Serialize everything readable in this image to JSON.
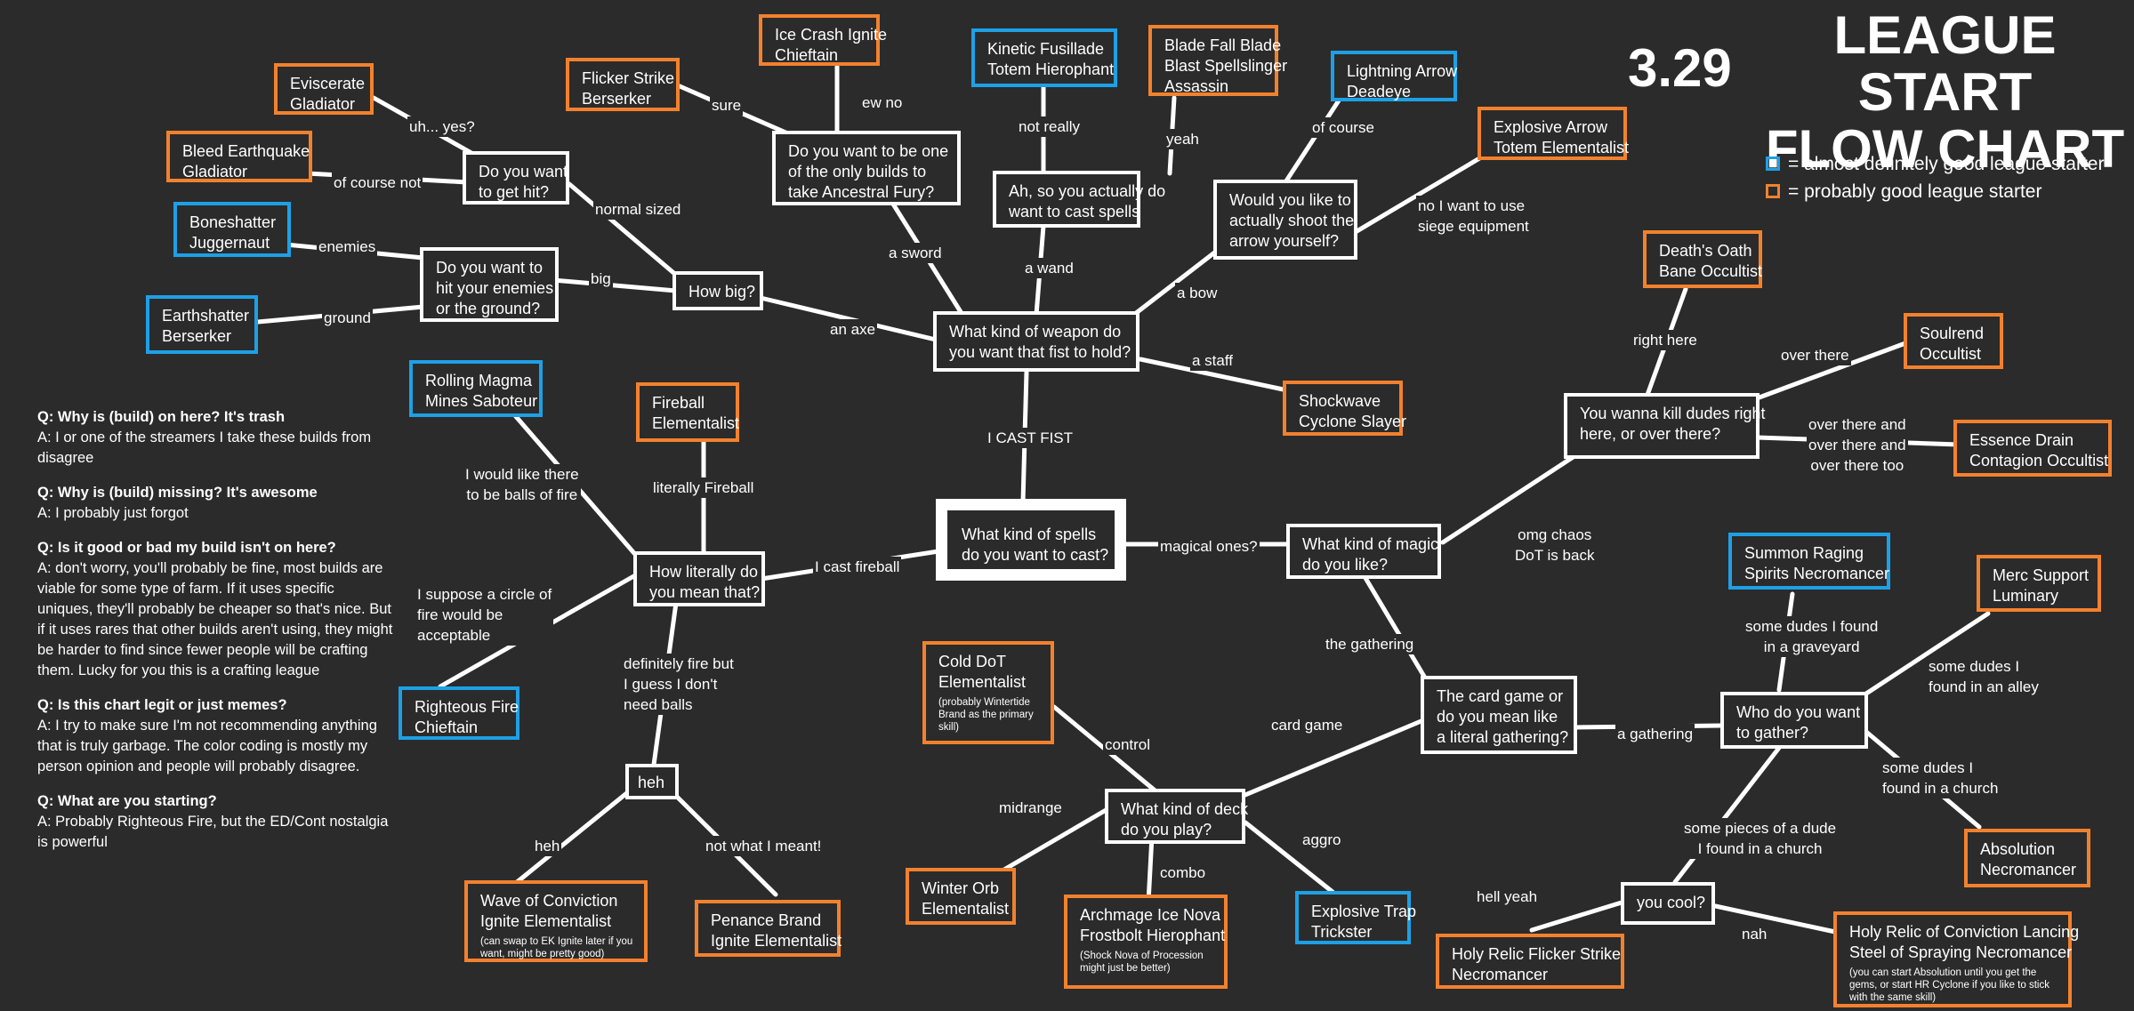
{
  "title": {
    "version": "3.29",
    "line1": "LEAGUE START",
    "line2": "FLOW CHART"
  },
  "legend": {
    "good": {
      "text": "= almost definitely good league starter",
      "color": "#1ea0e6"
    },
    "probably": {
      "text": "= probably good league starter",
      "color": "#f2812e"
    }
  },
  "faq": [
    {
      "q": "Q: Why is (build) on here? It's trash",
      "a": "A: I or one of the streamers I take these builds from disagree"
    },
    {
      "q": "Q: Why is (build) missing? It's awesome",
      "a": "A: I probably just forgot"
    },
    {
      "q": "Q: Is it good or bad my build isn't on here?",
      "a": "A: don't worry, you'll probably be fine, most builds are viable for some type of farm. If it uses specific uniques, they'll probably be cheaper so that's nice. But if it uses rares that other builds aren't using, they might be harder to find since fewer people will be crafting them. Lucky for you this is a crafting league"
    },
    {
      "q": "Q: Is this chart legit or just memes?",
      "a": "A: I try to make sure I'm not recommending anything that is truly garbage. The color coding is mostly my person opinion and people will probably disagree."
    },
    {
      "q": "Q: What are you starting?",
      "a": "A: Probably Righteous Fire, but the ED/Cont nostalgia is powerful"
    }
  ],
  "nodes": {
    "eviscerate": {
      "text": "Eviscerate\nGladiator"
    },
    "bleed_eq": {
      "text": "Bleed Earthquake\nGladiator"
    },
    "boneshatter": {
      "text": "Boneshatter\nJuggernaut"
    },
    "earthshatter": {
      "text": "Earthshatter\nBerserker"
    },
    "flicker": {
      "text": "Flicker Strike\nBerserker"
    },
    "ice_crash": {
      "text": "Ice Crash Ignite\nChieftain"
    },
    "kinetic": {
      "text": "Kinetic Fusillade\nTotem Hierophant"
    },
    "blade_fall": {
      "text": "Blade Fall Blade\nBlast Spellslinger\nAssassin"
    },
    "lightning_arrow": {
      "text": "Lightning Arrow\nDeadeye"
    },
    "explosive_arrow": {
      "text": "Explosive Arrow\nTotem Elementalist"
    },
    "q_get_hit": {
      "text": "Do you want\nto get hit?"
    },
    "q_hit_enemies": {
      "text": "Do you want to\nhit your enemies\nor the ground?"
    },
    "q_how_big": {
      "text": "How big?"
    },
    "q_ancestral": {
      "text": "Do you want to be one\nof the only builds to\ntake Ancestral Fury?"
    },
    "q_cast_spells": {
      "text": "Ah, so you actually do\nwant to cast spells"
    },
    "q_shoot_arrow": {
      "text": "Would you like to\nactually shoot the\narrow yourself?"
    },
    "q_weapon": {
      "text": "What kind of weapon do\nyou want that fist to hold?"
    },
    "shockwave": {
      "text": "Shockwave\nCyclone Slayer"
    },
    "deaths_oath": {
      "text": "Death's Oath\nBane Occultist"
    },
    "soulrend": {
      "text": "Soulrend\nOccultist"
    },
    "q_kill_dudes": {
      "text": "You wanna kill dudes right\nhere, or over there?"
    },
    "essence_drain": {
      "text": "Essence Drain\nContagion Occultist"
    },
    "rolling_magma": {
      "text": "Rolling Magma\nMines Saboteur"
    },
    "fireball": {
      "text": "Fireball\nElementalist"
    },
    "q_spells": {
      "text": "What kind of spells\ndo you want to cast?"
    },
    "q_magic": {
      "text": "What kind of magic\ndo you like?"
    },
    "q_literally": {
      "text": "How literally do\nyou mean that?"
    },
    "righteous_fire": {
      "text": "Righteous Fire\nChieftain"
    },
    "q_heh": {
      "text": "heh"
    },
    "wave_conviction": {
      "text": "Wave of Conviction\nIgnite Elementalist",
      "sub": "(can swap to EK Ignite later if you\nwant, might be pretty good)"
    },
    "penance": {
      "text": "Penance Brand\nIgnite Elementalist"
    },
    "cold_dot": {
      "text": "Cold DoT\nElementalist",
      "sub": "(probably Wintertide\nBrand as the primary\nskill)"
    },
    "q_card_game": {
      "text": "The card game or\ndo you mean like\na literal gathering?"
    },
    "q_deck": {
      "text": "What kind of deck\ndo you play?"
    },
    "winter_orb": {
      "text": "Winter Orb\nElementalist"
    },
    "archmage": {
      "text": "Archmage Ice Nova\nFrostbolt Hierophant",
      "sub": "(Shock Nova of Procession\nmight just be better)"
    },
    "explosive_trap": {
      "text": "Explosive Trap\nTrickster"
    },
    "summon_raging": {
      "text": "Summon Raging\nSpirits Necromancer"
    },
    "merc_support": {
      "text": "Merc Support\nLuminary"
    },
    "q_gather": {
      "text": "Who do you want\nto gather?"
    },
    "absolution": {
      "text": "Absolution\nNecromancer"
    },
    "q_cool": {
      "text": "you cool?"
    },
    "holy_relic_flicker": {
      "text": "Holy Relic Flicker Strike\nNecromancer"
    },
    "holy_relic_conviction": {
      "text": "Holy Relic of Conviction Lancing\nSteel of Spraying Necromancer",
      "sub": "(you can start Absolution until you get the\ngems, or start HR Cyclone if you like to stick\nwith the same skill)"
    }
  },
  "edge_labels": {
    "uh_yes": "uh... yes?",
    "of_course_not": "of course not",
    "enemies": "enemies",
    "ground": "ground",
    "normal_sized": "normal sized",
    "big": "big",
    "sure": "sure",
    "ew_no": "ew no",
    "not_really": "not really",
    "yeah": "yeah",
    "of_course": "of course",
    "no_siege": "no I want to use\nsiege equipment",
    "a_sword": "a sword",
    "a_wand": "a wand",
    "a_bow": "a bow",
    "an_axe": "an axe",
    "a_staff": "a staff",
    "i_cast_fist": "I CAST FIST",
    "right_here": "right here",
    "over_there": "over there",
    "over_there_too": "over there and\nover there and\nover there too",
    "omg_chaos": "omg chaos\nDoT is back",
    "balls_of_fire": "I would like there\nto be balls of fire",
    "literally_fireball": "literally Fireball",
    "i_cast_fireball": "I cast fireball",
    "magical_ones": "magical ones?",
    "circle_of_fire": "I suppose a circle of\nfire would be\nacceptable",
    "definitely_fire": "definitely fire but\nI guess I don't\nneed balls",
    "heh": "heh",
    "not_what_i_meant": "not what I meant!",
    "the_gathering": "the gathering",
    "card_game": "card game",
    "a_gathering": "a gathering",
    "control": "control",
    "midrange": "midrange",
    "aggro": "aggro",
    "combo": "combo",
    "graveyard": "some dudes I found\nin a graveyard",
    "alley": "some dudes I\nfound in an alley",
    "church": "some dudes I\nfound in a church",
    "pieces_dude": "some pieces of a dude\nI found in a church",
    "hell_yeah": "hell yeah",
    "nah": "nah"
  }
}
